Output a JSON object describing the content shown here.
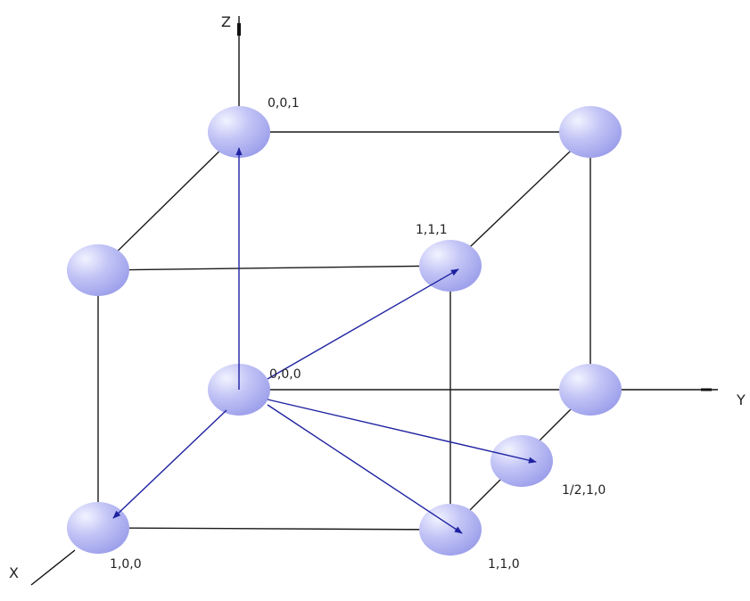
{
  "axes": {
    "z_label": "Z",
    "y_label": "Y",
    "x_label": "X"
  },
  "labels": {
    "p001": "0,0,1",
    "p111": "1,1,1",
    "p000": "0,0,0",
    "p_half10": "1/2,1,0",
    "p100": "1,0,0",
    "p110": "1,1,0"
  },
  "colors": {
    "atom": "#a9acf0",
    "atom_highlight": "#f2f3ff",
    "vector": "#1e22a0",
    "edge": "#1a1a1a"
  }
}
